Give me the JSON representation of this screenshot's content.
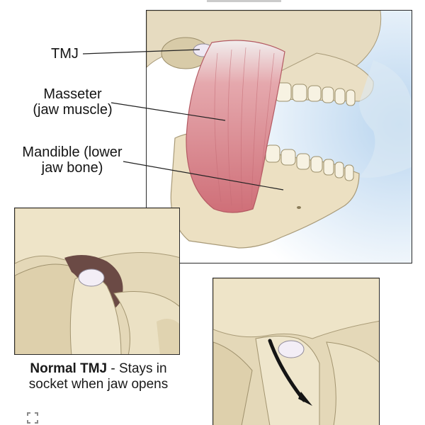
{
  "labels": {
    "tmj": "TMJ",
    "masseter_line1": "Masseter",
    "masseter_line2": "(jaw muscle)",
    "mandible_line1": "Mandible (lower",
    "mandible_line2": "jaw bone)"
  },
  "caption": {
    "bold": "Normal TMJ",
    "rest_line1": " - Stays in",
    "line2": "socket when jaw opens"
  },
  "icons": {
    "expand": "expand-icon"
  },
  "colors": {
    "bone": "#ece0c2",
    "muscle": "#d9848a",
    "background_blue": "#cfe2f3",
    "disc": "#ede7f2"
  }
}
